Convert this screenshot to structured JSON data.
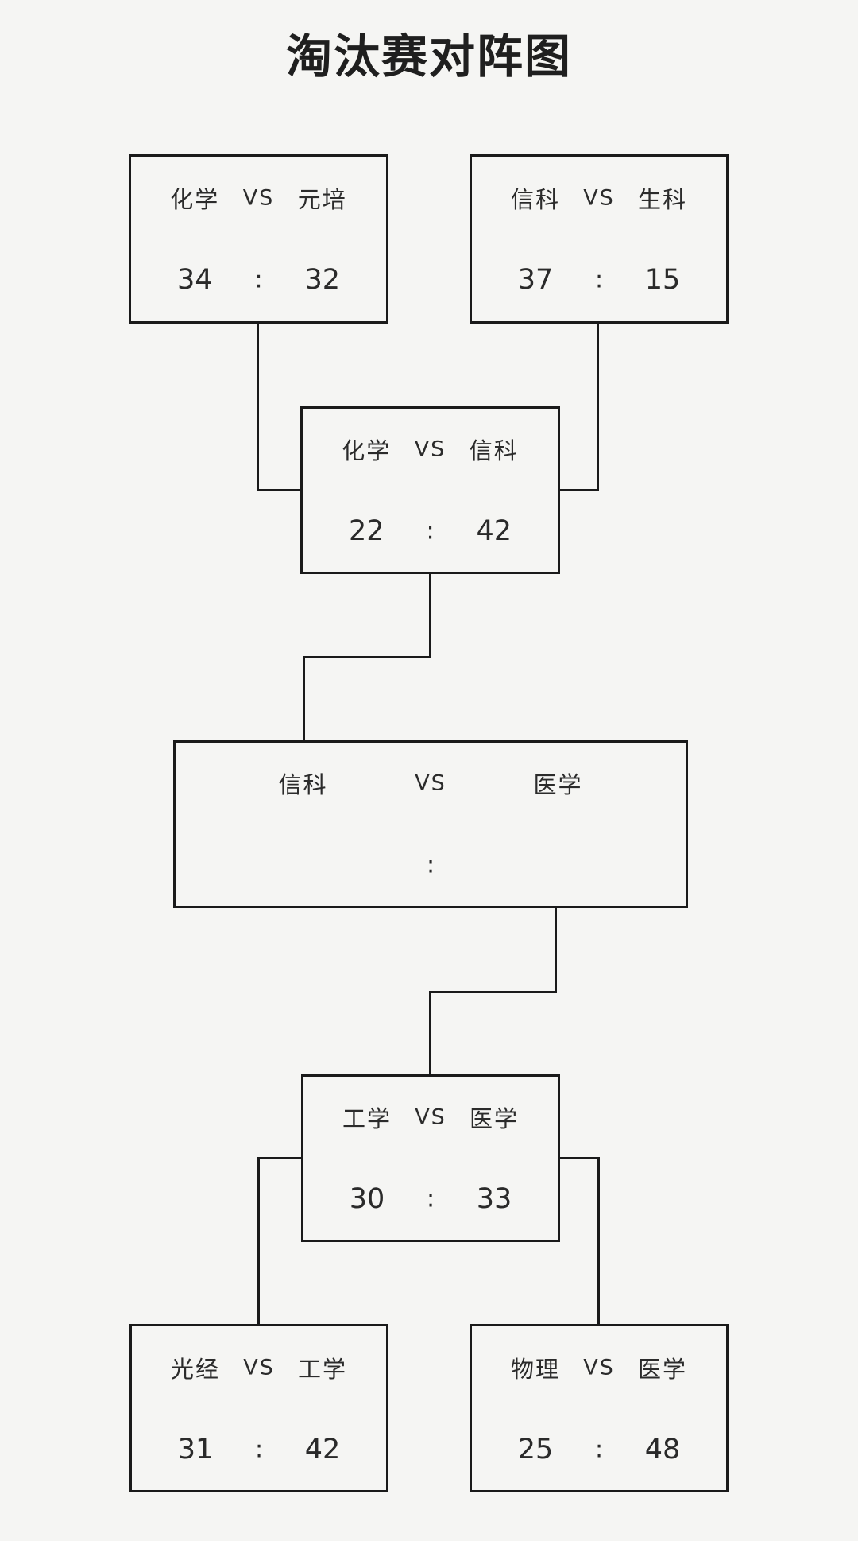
{
  "page": {
    "title": "淘汰赛对阵图"
  },
  "labels": {
    "vs": "VS",
    "colon": ":"
  },
  "matches": {
    "qf1": {
      "team1": "化学",
      "team2": "元培",
      "score1": "34",
      "score2": "32"
    },
    "qf2": {
      "team1": "信科",
      "team2": "生科",
      "score1": "37",
      "score2": "15"
    },
    "sf1": {
      "team1": "化学",
      "team2": "信科",
      "score1": "22",
      "score2": "42"
    },
    "final": {
      "team1": "信科",
      "team2": "医学",
      "score1": "",
      "score2": ""
    },
    "sf2": {
      "team1": "工学",
      "team2": "医学",
      "score1": "30",
      "score2": "33"
    },
    "qf3": {
      "team1": "光经",
      "team2": "工学",
      "score1": "31",
      "score2": "42"
    },
    "qf4": {
      "team1": "物理",
      "team2": "医学",
      "score1": "25",
      "score2": "48"
    }
  },
  "colors": {
    "background": "#f5f5f3",
    "line": "#1a1a1a",
    "title_text": "#1f1f1f",
    "text": "#2b2b2b"
  }
}
